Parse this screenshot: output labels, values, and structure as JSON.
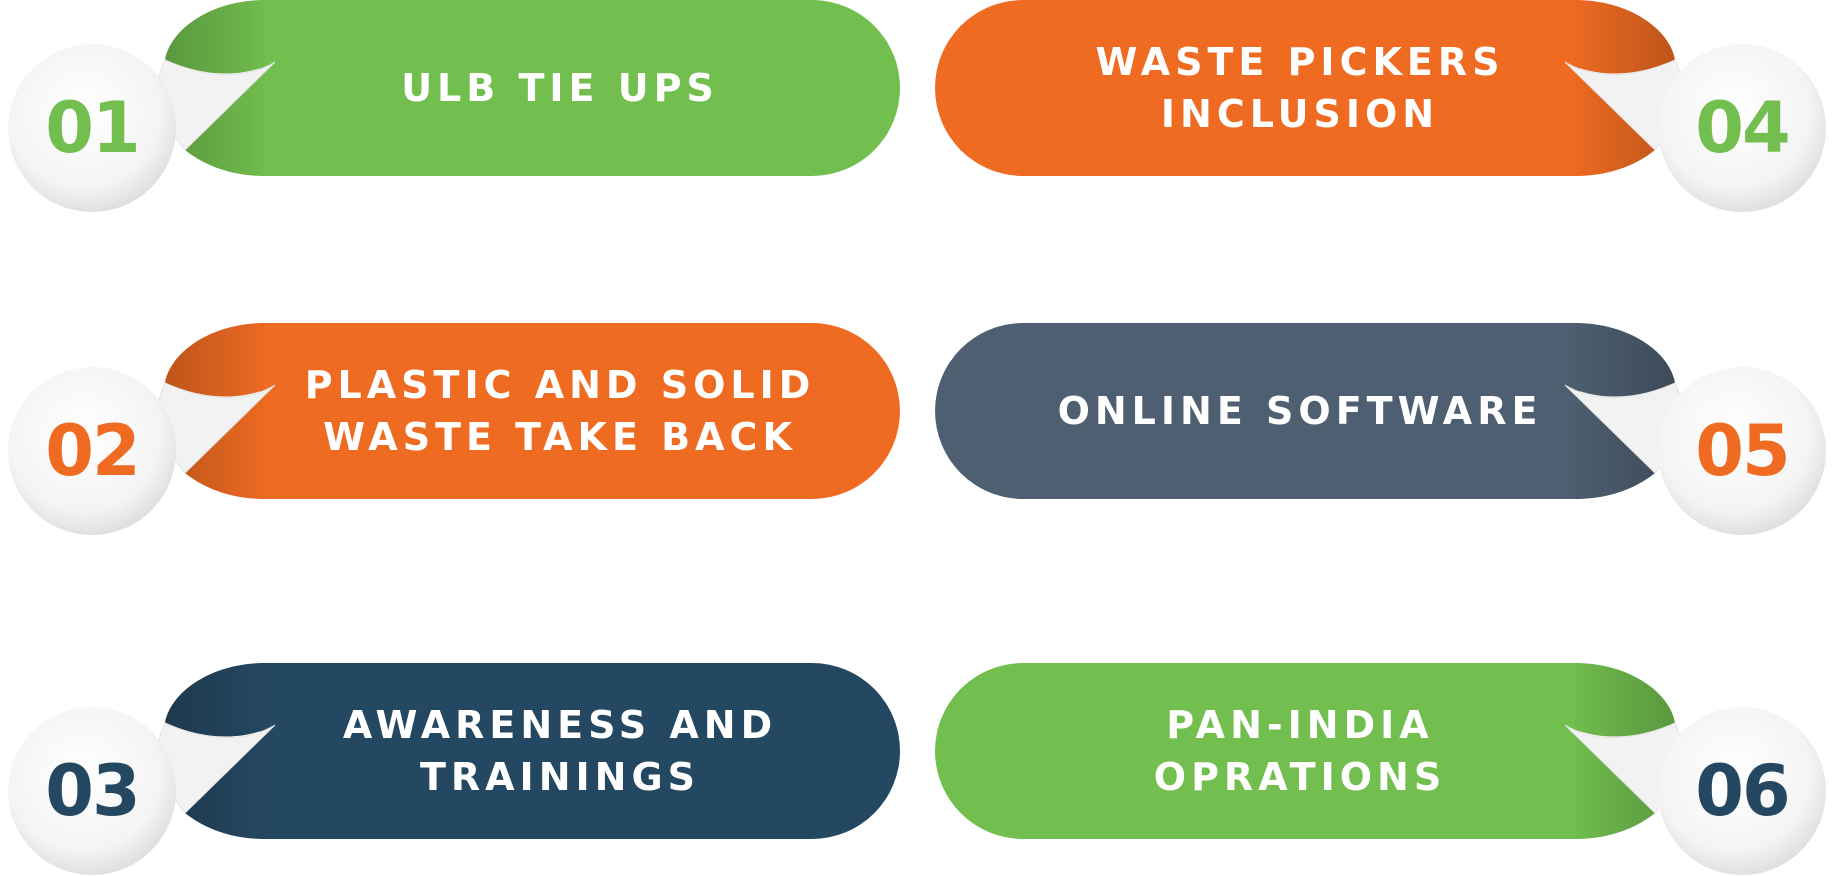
{
  "colors": {
    "green": "#72bf4f",
    "orange": "#f06b22",
    "slate": "#4d5f70",
    "navy": "#254862"
  },
  "items": [
    {
      "number": "01",
      "lines": [
        "ULB TIE UPS"
      ],
      "color": "#72bf4f",
      "number_color": "#72bf4f",
      "side": "left"
    },
    {
      "number": "02",
      "lines": [
        "PLASTIC AND SOLID",
        "WASTE TAKE BACK"
      ],
      "color": "#f06b22",
      "number_color": "#f06b22",
      "side": "left"
    },
    {
      "number": "03",
      "lines": [
        "AWARENESS AND",
        "TRAININGS"
      ],
      "color": "#254862",
      "number_color": "#254862",
      "side": "left"
    },
    {
      "number": "04",
      "lines": [
        "WASTE PICKERS",
        "INCLUSION"
      ],
      "color": "#f06b22",
      "number_color": "#72bf4f",
      "side": "right"
    },
    {
      "number": "05",
      "lines": [
        "ONLINE SOFTWARE"
      ],
      "color": "#4d5f70",
      "number_color": "#f06b22",
      "side": "right"
    },
    {
      "number": "06",
      "lines": [
        "PAN-INDIA",
        "OPRATIONS"
      ],
      "color": "#72bf4f",
      "number_color": "#254862",
      "side": "right"
    }
  ]
}
